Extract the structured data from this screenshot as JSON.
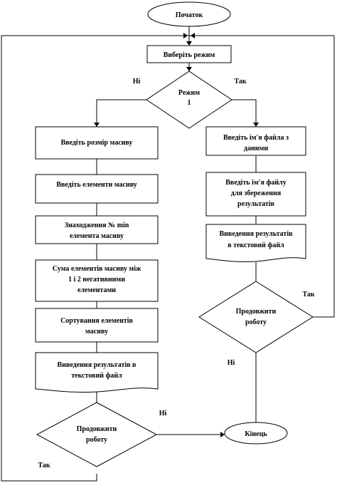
{
  "nodes": {
    "start": "Початок",
    "choose_mode": "Виберіть режим",
    "mode_check": [
      "Режим",
      "1"
    ],
    "enter_size": "Введіть розмір масиву",
    "enter_elements": "Введіть елементи масиву",
    "find_min": [
      "Знаходження № min",
      "елемента масиву"
    ],
    "sum_between": [
      "Сума елементів масиву між",
      "1 і 2 негативними",
      "елементами"
    ],
    "sort": [
      "Сортування елементів",
      "масиву"
    ],
    "output_left": [
      "Виведення результатів в",
      "текстовий файл"
    ],
    "continue_left": [
      "Продовжити",
      "роботу"
    ],
    "enter_file": [
      "Введіть ім'я файла з",
      "даними"
    ],
    "enter_result_file": [
      "Введіть ім'я файлу",
      "для збереження",
      "результатів"
    ],
    "output_right": [
      "Виведення результатів",
      "в текстовий файл"
    ],
    "continue_right": [
      "Продовжити",
      "роботу"
    ],
    "end": "Кінець"
  },
  "edges": {
    "mode_no": "Ні",
    "mode_yes": "Так",
    "right_yes": "Так",
    "right_no": "Ні",
    "left_no": "Ні",
    "left_yes": "Так"
  }
}
